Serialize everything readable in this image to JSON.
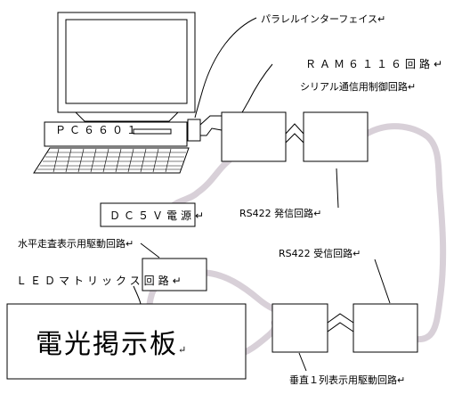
{
  "diagram": {
    "pc_label": "ＰＣ６６０１",
    "labels": {
      "parallel_interface": "パラレルインターフェイス↵",
      "ram_circuit": "ＲＡＭ６１１６回路↵",
      "serial_comm": "シリアル通信用制御回路↵",
      "dc5v": "ＤＣ５Ｖ電源↵",
      "rs422_tx": "RS422 発信回路↵",
      "horizontal_scan": "水平走査表示用駆動回路↵",
      "led_matrix": "ＬＥＤマトリックス回路↵",
      "rs422_rx": "RS422 受信回路↵",
      "vertical_display": "垂直１列表示用駆動回路↵",
      "signboard": "電光掲示板",
      "signboard_mark": "↵"
    },
    "colors": {
      "line": "#000000",
      "cable": "#d8d0d8",
      "background": "#ffffff"
    }
  }
}
